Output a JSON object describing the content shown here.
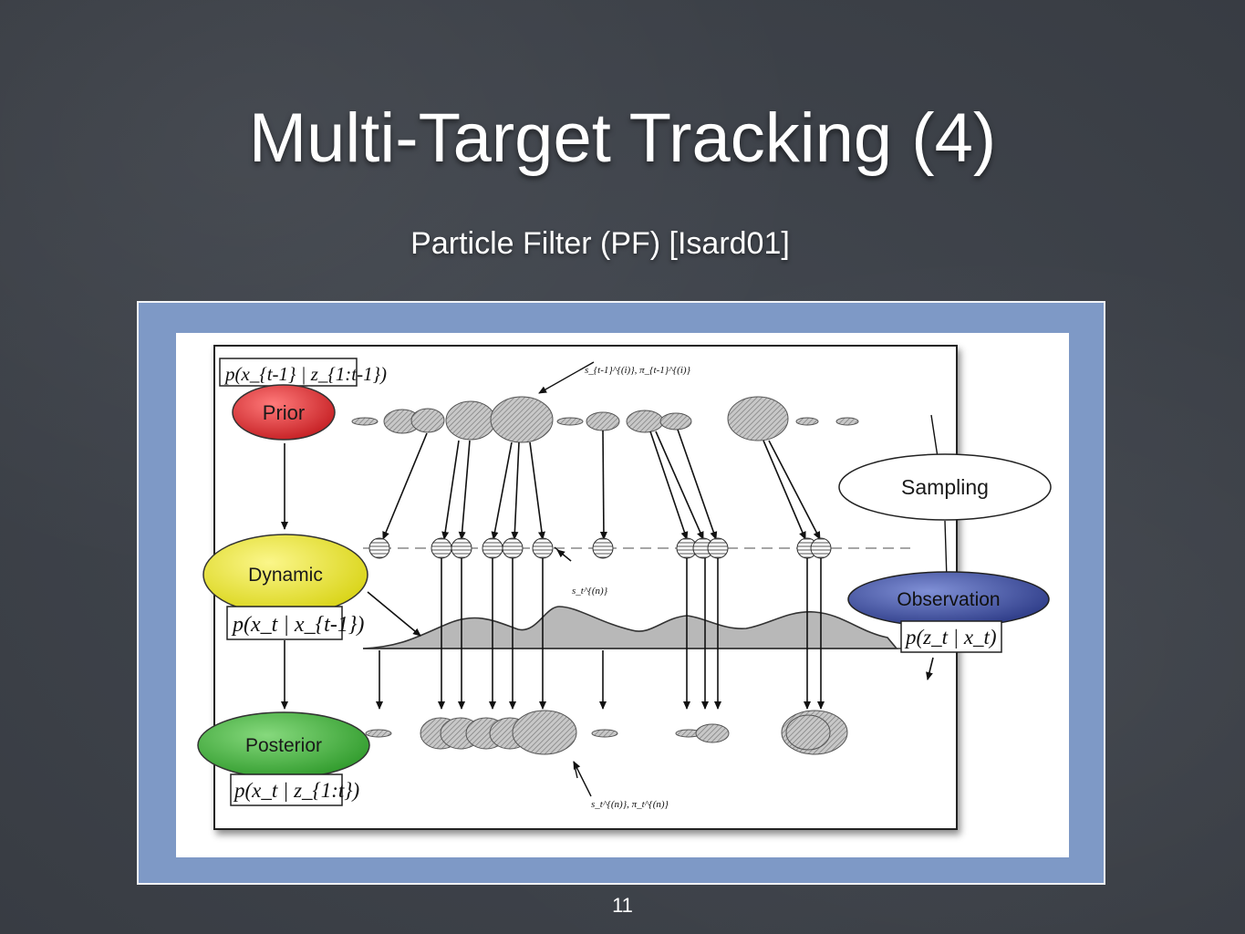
{
  "slide": {
    "title": "Multi-Target Tracking (4)",
    "subtitle": "Particle Filter (PF) [Isard01]",
    "page_number": "11"
  },
  "diagram": {
    "nodes": {
      "prior": "Prior",
      "dynamic": "Dynamic",
      "posterior": "Posterior",
      "sampling": "Sampling",
      "observation": "Observation"
    },
    "formulas": {
      "prior": "p(x_{t-1} | z_{1:t-1})",
      "dynamic": "p(x_t | x_{t-1})",
      "posterior": "p(x_t | z_{1:t})",
      "observation": "p(z_t | x_t)"
    },
    "annotations": {
      "top": "s_{t-1}^{(i)}, π_{t-1}^{(i)}",
      "middle": "s_t^{(n)}",
      "bottom": "s_t^{(n)}, π_t^{(n)}"
    },
    "colors": {
      "prior": "#d9262b",
      "dynamic": "#e6e21c",
      "posterior": "#3fae3a",
      "observation": "#3b4a98",
      "sampling": "#ffffff",
      "frame": "#7e99c6"
    }
  }
}
